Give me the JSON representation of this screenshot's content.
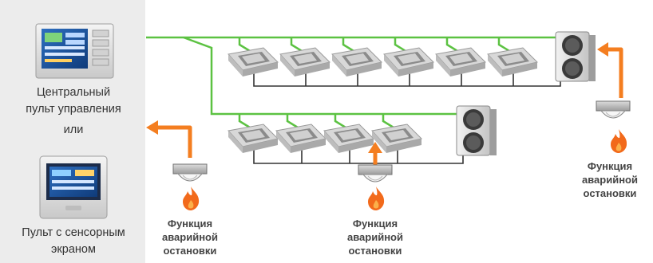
{
  "left_panel": {
    "central_controller_label_line1": "Центральный",
    "central_controller_label_line2": "пульт управления",
    "or_label": "или",
    "touch_panel_label_line1": "Пульт с сенсорным",
    "touch_panel_label_line2": "экраном"
  },
  "captions": {
    "emergency_stop_line1": "Функция",
    "emergency_stop_line2": "аварийной",
    "emergency_stop_line3": "остановки"
  },
  "colors": {
    "network_line": "#5cc242",
    "arrow": "#f47e20",
    "flame": "#f26a1b",
    "pipe": "#333333",
    "panel_bg": "#ececec"
  },
  "icons": [
    "central-controller-icon",
    "touch-panel-icon",
    "cassette-unit-icon",
    "outdoor-unit-icon",
    "smoke-sensor-icon",
    "flame-icon",
    "arrow-icon"
  ]
}
